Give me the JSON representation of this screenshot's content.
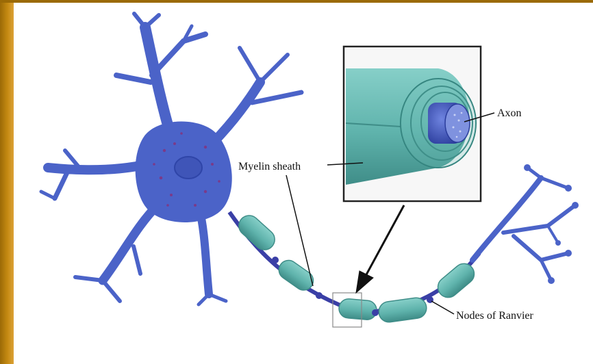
{
  "labels": {
    "axon": "Axon",
    "myelin_sheath": "Myelin sheath",
    "nodes_of_ranvier": "Nodes of Ranvier"
  },
  "colors": {
    "neuron_body": "#4b63c8",
    "neuron_dark": "#2f45a8",
    "myelin": "#5fb3ac",
    "myelin_dark": "#3f8d88",
    "node": "#3a3fa6",
    "slide_band": "#c58a12",
    "background": "#ffffff"
  }
}
